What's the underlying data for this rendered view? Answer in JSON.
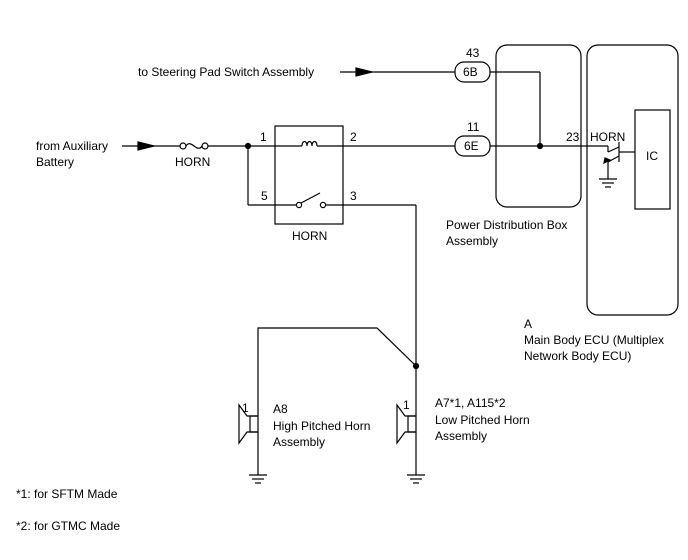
{
  "labels": {
    "to_steering": "to Steering Pad Switch Assembly",
    "from_aux_1": "from Auxiliary",
    "from_aux_2": "Battery",
    "fuse_name": "HORN",
    "relay_name": "HORN",
    "pdb_1": "Power Distribution Box",
    "pdb_2": "Assembly",
    "ecu_code": "A",
    "ecu_1": "Main Body ECU (Multiplex",
    "ecu_2": "Network Body ECU)",
    "ecu_horn": "HORN",
    "ic": "IC",
    "high_code": "A8",
    "high_1": "High Pitched Horn",
    "high_2": "Assembly",
    "low_code": "A7*1, A115*2",
    "low_1": "Low Pitched Horn",
    "low_2": "Assembly",
    "note1": "*1: for SFTM Made",
    "note2": "*2: for GTMC Made"
  },
  "pins": {
    "connector_6b_pin": "43",
    "connector_6b": "6B",
    "connector_6e_pin": "11",
    "connector_6e": "6E",
    "ecu_pin": "23",
    "relay_1": "1",
    "relay_2": "2",
    "relay_3": "3",
    "relay_5": "5",
    "high_pin": "1",
    "low_pin": "1"
  }
}
